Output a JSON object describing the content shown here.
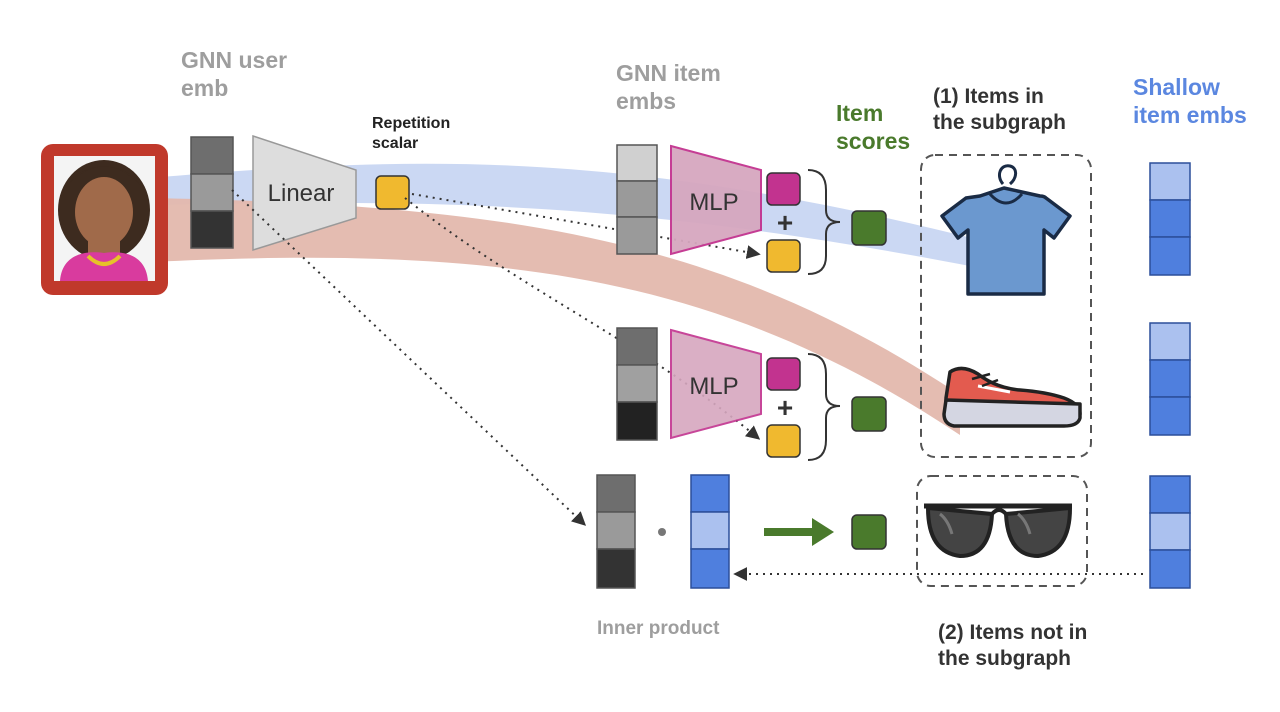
{
  "labels": {
    "gnn_user_emb": "GNN user\nemb",
    "linear": "Linear",
    "repetition_scalar": "Repetition\nscalar",
    "gnn_item_embs": "GNN item\nembs",
    "item_scores": "Item\nscores",
    "items_in_subgraph": "(1) Items in\nthe subgraph",
    "shallow_item_embs": "Shallow\nitem embs",
    "mlp": "MLP",
    "plus": "+",
    "inner_product": "Inner product",
    "items_not_in_subgraph": "(2) Items not in\nthe subgraph"
  },
  "colors": {
    "user_frame": "#c0392b",
    "magenta": "#c2338f",
    "yellow": "#f0b92f",
    "green": "#4a7a2c",
    "blue_band": "#c8d6f2",
    "pink_band": "#e3b8ad",
    "mlp_fill": "#d6a7bf",
    "linear_fill": "#dddddd",
    "shallow_light": "#abc1ef",
    "shallow_dark": "#4f7fde"
  },
  "icons": [
    "user-avatar-icon",
    "tshirt-icon",
    "sneaker-icon",
    "sunglasses-icon"
  ]
}
